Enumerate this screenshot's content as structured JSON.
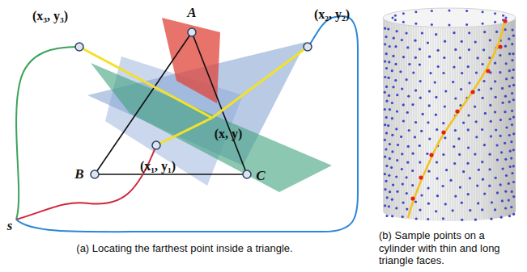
{
  "diagram": {
    "labels": [
      "A",
      "(x₂, y₂)",
      "(x₃, y₃)",
      "(x, y)",
      "B",
      "C",
      "(x₁, y₁)",
      "s",
      "(a) Locating the farthest point inside a triangle.",
      "(b) Sample points on a cylinder with thin and long triangle faces."
    ]
  }
}
